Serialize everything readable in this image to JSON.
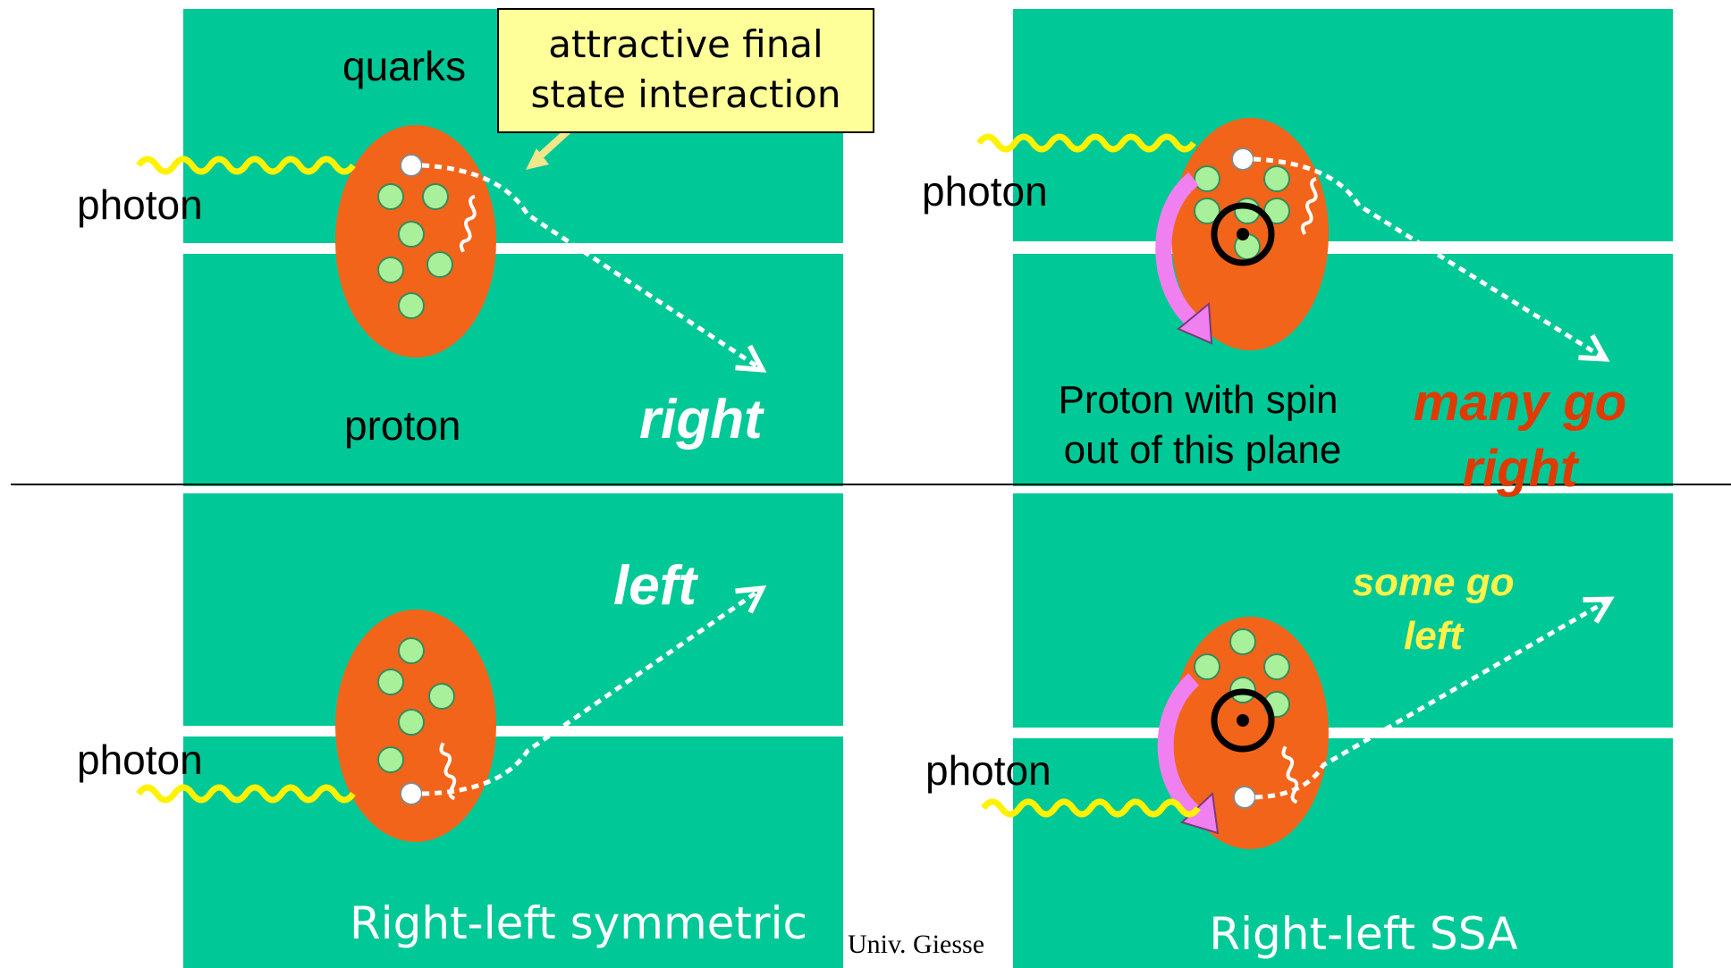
{
  "colors": {
    "panel": "#00C896",
    "proton": "#F26419",
    "quark": "#A8F09A",
    "photon": "#FFF200",
    "arrow": "#FFFFFF",
    "callout_bg": "#FFFF99",
    "spin_arrow": "#F080F0",
    "red_text": "#E03A00",
    "yellow_text": "#FFF24A"
  },
  "labels": {
    "quarks": "quarks",
    "photon": "photon",
    "proton": "proton",
    "right": "right",
    "left": "left",
    "callout_line1": "attractive final",
    "callout_line2": "state interaction",
    "proton_spin_line1": "Proton with spin",
    "proton_spin_line2": "out of this plane",
    "many_go_line1": "many go",
    "many_go_line2": "right",
    "some_go_line1": "some go",
    "some_go_line2": "left",
    "symmetric_caption": "Right-left symmetric",
    "ssa_caption": "Right-left SSA",
    "footer": "Univ. Giesse"
  }
}
